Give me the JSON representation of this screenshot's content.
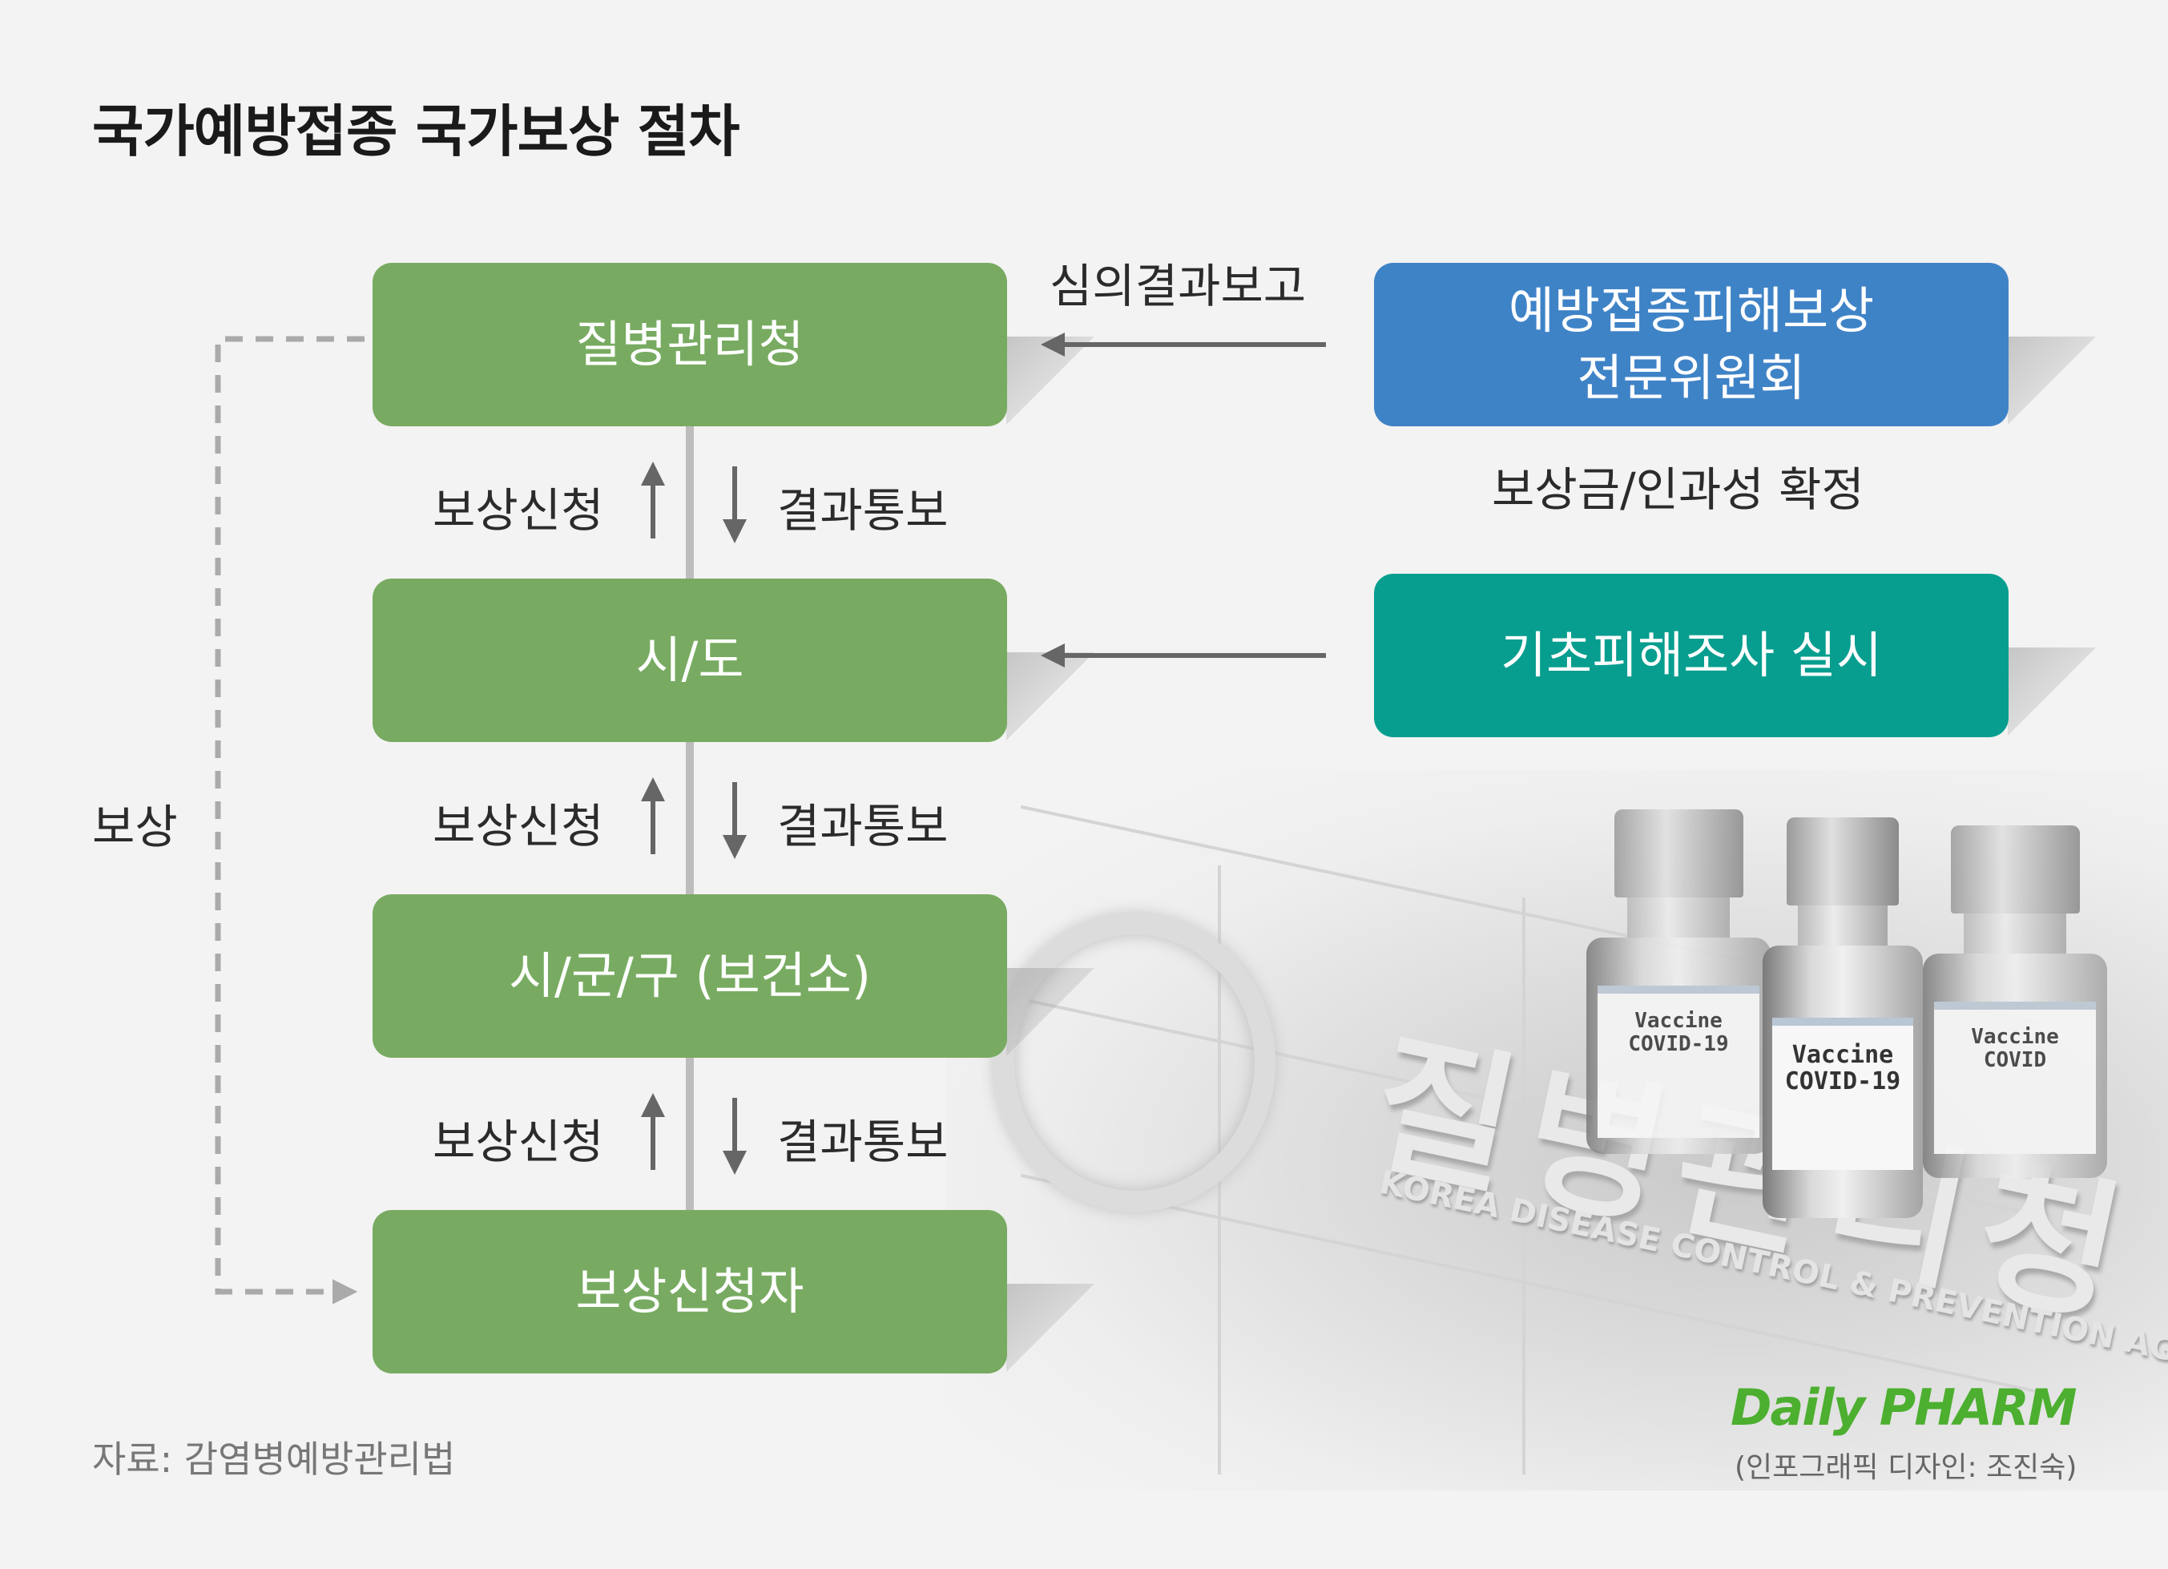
{
  "title": "국가예방접종 국가보상 절차",
  "nodes": {
    "kdca": "질병관리청",
    "sido": "시/도",
    "sigungu": "시/군/구 (보건소)",
    "applicant": "보상신청자",
    "committee_line1": "예방접종피해보상",
    "committee_line2": "전문위원회",
    "investigation": "기초피해조사 실시"
  },
  "labels": {
    "review_report": "심의결과보고",
    "confirm": "보상금/인과성 확정",
    "apply": "보상신청",
    "notify": "결과통보",
    "compensation": "보상"
  },
  "photo": {
    "sign_text": "질병관리청",
    "sign_sub": "KOREA DISEASE CONTROL & PREVENTION AGENCY",
    "vial_left": "Vaccine COVID-19",
    "vial_center_1": "Vaccine",
    "vial_center_2": "COVID-19",
    "vial_right": "Vaccine COVID"
  },
  "source": "자료: 감염병예방관리법",
  "logo": "Daily PHARM",
  "credit": "(인포그래픽 디자인: 조진숙)",
  "colors": {
    "green": "#78ab61",
    "blue": "#3f83c7",
    "teal": "#079e8f",
    "arrow": "#666666",
    "dashed": "#aaaaaa"
  }
}
